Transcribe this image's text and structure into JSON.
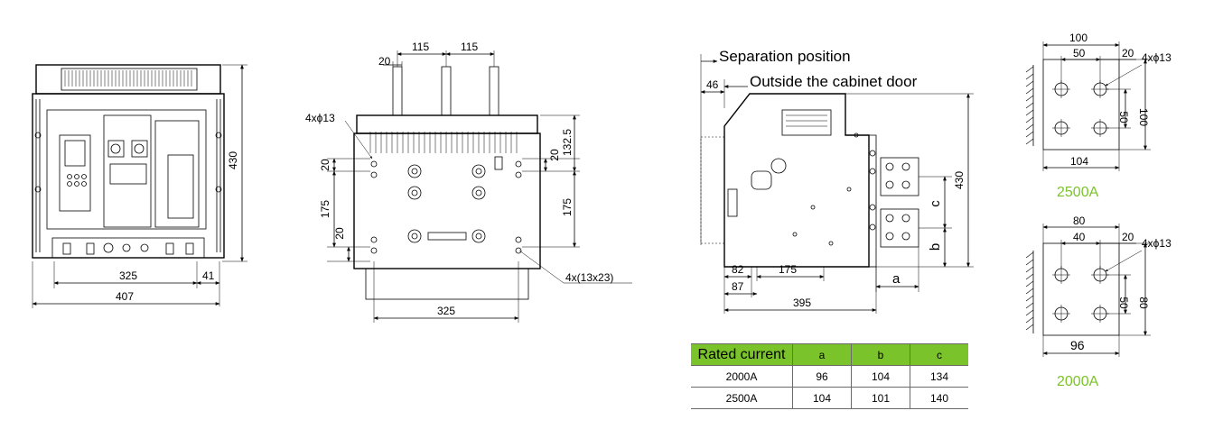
{
  "front_view": {
    "dims": {
      "height": "430",
      "width_inner": "325",
      "offset": "41",
      "width_total": "407"
    }
  },
  "rear_view": {
    "dims": {
      "spacing_1": "115",
      "spacing_2": "115",
      "top_offset": "20",
      "hole_label": "4xϕ13",
      "upper_20_left": "20",
      "upper_20_right": "20",
      "height_132": "132.5",
      "height_175_left": "175",
      "height_175_right": "175",
      "lower_20": "20",
      "slot_label": "4x(13x23)",
      "width_bottom": "325"
    }
  },
  "side_view": {
    "separation_label": "Separation position",
    "cabinet_label": "Outside the cabinet door",
    "dims": {
      "offset_46": "46",
      "height_430": "430",
      "c": "c",
      "b": "b",
      "a": "a",
      "d82": "82",
      "d175": "175",
      "d87": "87",
      "d395": "395"
    }
  },
  "table": {
    "headers": [
      "Rated current",
      "a",
      "b",
      "c"
    ],
    "rows": [
      [
        "2000A",
        "96",
        "104",
        "134"
      ],
      [
        "2500A",
        "104",
        "101",
        "140"
      ]
    ]
  },
  "terminal_2500": {
    "caption": "2500A",
    "dims": {
      "w100": "100",
      "w50": "50",
      "w20": "20",
      "holes": "4xϕ13",
      "h100": "100",
      "h50": "50",
      "w104": "104"
    }
  },
  "terminal_2000": {
    "caption": "2000A",
    "dims": {
      "w80": "80",
      "w40": "40",
      "w20": "20",
      "holes": "4xϕ13",
      "h80": "80",
      "h50": "50",
      "w96": "96"
    }
  },
  "colors": {
    "accent": "#7bc32a",
    "line": "#000000",
    "table_border": "#6a6a6a"
  }
}
